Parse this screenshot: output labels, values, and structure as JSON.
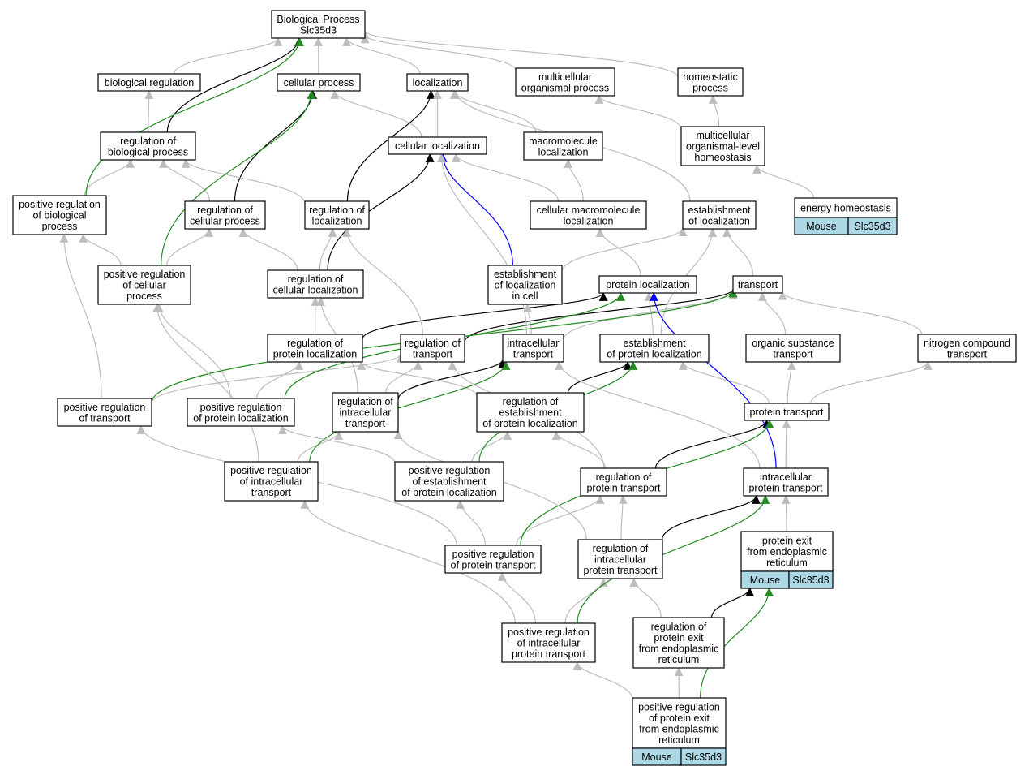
{
  "colors": {
    "is_a": "#bdbdbd",
    "regulates": "#000000",
    "positively_regulates": "#228b22",
    "part_of": "#0000ff",
    "gene_cell": "#add8e6"
  },
  "nodes": [
    {
      "id": "bp",
      "lines": [
        "Biological Process",
        "Slc35d3"
      ]
    },
    {
      "id": "bio_reg",
      "lines": [
        "biological regulation"
      ]
    },
    {
      "id": "cell_proc",
      "lines": [
        "cellular process"
      ]
    },
    {
      "id": "loc",
      "lines": [
        "localization"
      ]
    },
    {
      "id": "multi_proc",
      "lines": [
        "multicellular",
        "organismal process"
      ]
    },
    {
      "id": "homeo",
      "lines": [
        "homeostatic",
        "process"
      ]
    },
    {
      "id": "reg_bio",
      "lines": [
        "regulation of",
        "biological process"
      ]
    },
    {
      "id": "cell_loc",
      "lines": [
        "cellular localization"
      ]
    },
    {
      "id": "macro_loc",
      "lines": [
        "macromolecule",
        "localization"
      ]
    },
    {
      "id": "multi_homeo",
      "lines": [
        "multicellular",
        "organismal-level",
        "homeostasis"
      ]
    },
    {
      "id": "energy",
      "lines": [
        "energy homeostasis"
      ],
      "genes": [
        "Mouse",
        "Slc35d3"
      ]
    },
    {
      "id": "pos_bio",
      "lines": [
        "positive regulation",
        "of biological",
        "process"
      ]
    },
    {
      "id": "reg_cell",
      "lines": [
        "regulation of",
        "cellular process"
      ]
    },
    {
      "id": "reg_loc",
      "lines": [
        "regulation of",
        "localization"
      ]
    },
    {
      "id": "cell_macro",
      "lines": [
        "cellular macromolecule",
        "localization"
      ]
    },
    {
      "id": "est_loc",
      "lines": [
        "establishment",
        "of localization"
      ]
    },
    {
      "id": "pos_cell",
      "lines": [
        "positive regulation",
        "of cellular",
        "process"
      ]
    },
    {
      "id": "reg_cell_loc",
      "lines": [
        "regulation of",
        "cellular localization"
      ]
    },
    {
      "id": "est_loc_cell",
      "lines": [
        "establishment",
        "of localization",
        "in cell"
      ]
    },
    {
      "id": "prot_loc",
      "lines": [
        "protein localization"
      ]
    },
    {
      "id": "transport",
      "lines": [
        "transport"
      ]
    },
    {
      "id": "reg_prot_loc",
      "lines": [
        "regulation of",
        "protein localization"
      ]
    },
    {
      "id": "reg_transport",
      "lines": [
        "regulation of",
        "transport"
      ]
    },
    {
      "id": "intra_trans",
      "lines": [
        "intracellular",
        "transport"
      ]
    },
    {
      "id": "est_prot_loc",
      "lines": [
        "establishment",
        "of protein localization"
      ]
    },
    {
      "id": "org_sub",
      "lines": [
        "organic substance",
        "transport"
      ]
    },
    {
      "id": "nitro",
      "lines": [
        "nitrogen compound",
        "transport"
      ]
    },
    {
      "id": "pos_trans",
      "lines": [
        "positive regulation",
        "of transport"
      ]
    },
    {
      "id": "pos_prot_loc",
      "lines": [
        "positive regulation",
        "of protein localization"
      ]
    },
    {
      "id": "reg_intra_trans",
      "lines": [
        "regulation of",
        "intracellular",
        "transport"
      ]
    },
    {
      "id": "reg_est_prot",
      "lines": [
        "regulation of",
        "establishment",
        "of protein localization"
      ]
    },
    {
      "id": "prot_trans",
      "lines": [
        "protein transport"
      ]
    },
    {
      "id": "pos_intra_trans",
      "lines": [
        "positive regulation",
        "of intracellular",
        "transport"
      ]
    },
    {
      "id": "pos_est_prot",
      "lines": [
        "positive regulation",
        "of establishment",
        "of protein localization"
      ]
    },
    {
      "id": "reg_prot_trans",
      "lines": [
        "regulation of",
        "protein transport"
      ]
    },
    {
      "id": "intra_prot_trans",
      "lines": [
        "intracellular",
        "protein transport"
      ]
    },
    {
      "id": "pos_prot_trans",
      "lines": [
        "positive regulation",
        "of protein transport"
      ]
    },
    {
      "id": "reg_intra_prot",
      "lines": [
        "regulation of",
        "intracellular",
        "protein transport"
      ]
    },
    {
      "id": "exit_er",
      "lines": [
        "protein exit",
        "from endoplasmic",
        "reticulum"
      ],
      "genes": [
        "Mouse",
        "Slc35d3"
      ]
    },
    {
      "id": "pos_intra_prot",
      "lines": [
        "positive regulation",
        "of intracellular",
        "protein transport"
      ]
    },
    {
      "id": "reg_exit_er",
      "lines": [
        "regulation of",
        "protein exit",
        "from endoplasmic",
        "reticulum"
      ]
    },
    {
      "id": "pos_exit_er",
      "lines": [
        "positive regulation",
        "of protein exit",
        "from endoplasmic",
        "reticulum"
      ],
      "genes": [
        "Mouse",
        "Slc35d3"
      ]
    }
  ],
  "edges": [
    {
      "from": "bio_reg",
      "to": "bp",
      "type": "is_a"
    },
    {
      "from": "cell_proc",
      "to": "bp",
      "type": "is_a"
    },
    {
      "from": "loc",
      "to": "bp",
      "type": "is_a"
    },
    {
      "from": "multi_proc",
      "to": "bp",
      "type": "is_a"
    },
    {
      "from": "homeo",
      "to": "bp",
      "type": "is_a"
    },
    {
      "from": "reg_bio",
      "to": "bio_reg",
      "type": "is_a"
    },
    {
      "from": "reg_bio",
      "to": "bp",
      "type": "regulates"
    },
    {
      "from": "pos_bio",
      "to": "reg_bio",
      "type": "is_a"
    },
    {
      "from": "pos_bio",
      "to": "bp",
      "type": "positively_regulates"
    },
    {
      "from": "reg_cell",
      "to": "reg_bio",
      "type": "is_a"
    },
    {
      "from": "reg_cell",
      "to": "cell_proc",
      "type": "regulates"
    },
    {
      "from": "reg_loc",
      "to": "reg_bio",
      "type": "is_a"
    },
    {
      "from": "reg_loc",
      "to": "loc",
      "type": "regulates"
    },
    {
      "from": "pos_cell",
      "to": "pos_bio",
      "type": "is_a"
    },
    {
      "from": "pos_cell",
      "to": "reg_cell",
      "type": "is_a"
    },
    {
      "from": "pos_cell",
      "to": "cell_proc",
      "type": "positively_regulates"
    },
    {
      "from": "cell_loc",
      "to": "cell_proc",
      "type": "is_a"
    },
    {
      "from": "cell_loc",
      "to": "loc",
      "type": "is_a"
    },
    {
      "from": "macro_loc",
      "to": "loc",
      "type": "is_a"
    },
    {
      "from": "multi_homeo",
      "to": "multi_proc",
      "type": "is_a"
    },
    {
      "from": "multi_homeo",
      "to": "homeo",
      "type": "is_a"
    },
    {
      "from": "energy",
      "to": "multi_homeo",
      "type": "is_a"
    },
    {
      "from": "cell_macro",
      "to": "cell_loc",
      "type": "is_a"
    },
    {
      "from": "cell_macro",
      "to": "macro_loc",
      "type": "is_a"
    },
    {
      "from": "est_loc",
      "to": "loc",
      "type": "is_a"
    },
    {
      "from": "reg_cell_loc",
      "to": "reg_cell",
      "type": "is_a"
    },
    {
      "from": "reg_cell_loc",
      "to": "reg_loc",
      "type": "is_a"
    },
    {
      "from": "reg_cell_loc",
      "to": "cell_loc",
      "type": "regulates"
    },
    {
      "from": "est_loc_cell",
      "to": "cell_loc",
      "type": "part_of"
    },
    {
      "from": "est_loc_cell",
      "to": "est_loc",
      "type": "is_a"
    },
    {
      "from": "prot_loc",
      "to": "cell_macro",
      "type": "is_a"
    },
    {
      "from": "transport",
      "to": "est_loc",
      "type": "is_a"
    },
    {
      "from": "reg_prot_loc",
      "to": "reg_cell_loc",
      "type": "is_a"
    },
    {
      "from": "reg_prot_loc",
      "to": "prot_loc",
      "type": "regulates"
    },
    {
      "from": "reg_transport",
      "to": "reg_loc",
      "type": "is_a"
    },
    {
      "from": "reg_transport",
      "to": "transport",
      "type": "regulates"
    },
    {
      "from": "intra_trans",
      "to": "est_loc_cell",
      "type": "is_a"
    },
    {
      "from": "intra_trans",
      "to": "transport",
      "type": "is_a"
    },
    {
      "from": "intra_trans",
      "to": "cell_loc",
      "type": "is_a"
    },
    {
      "from": "est_prot_loc",
      "to": "prot_loc",
      "type": "is_a"
    },
    {
      "from": "est_prot_loc",
      "to": "est_loc",
      "type": "is_a"
    },
    {
      "from": "org_sub",
      "to": "transport",
      "type": "is_a"
    },
    {
      "from": "nitro",
      "to": "transport",
      "type": "is_a"
    },
    {
      "from": "pos_trans",
      "to": "pos_bio",
      "type": "is_a"
    },
    {
      "from": "pos_trans",
      "to": "reg_transport",
      "type": "is_a"
    },
    {
      "from": "pos_trans",
      "to": "transport",
      "type": "positively_regulates"
    },
    {
      "from": "pos_prot_loc",
      "to": "pos_cell",
      "type": "is_a"
    },
    {
      "from": "pos_prot_loc",
      "to": "reg_prot_loc",
      "type": "is_a"
    },
    {
      "from": "pos_prot_loc",
      "to": "prot_loc",
      "type": "positively_regulates"
    },
    {
      "from": "reg_intra_trans",
      "to": "reg_transport",
      "type": "is_a"
    },
    {
      "from": "reg_intra_trans",
      "to": "reg_cell_loc",
      "type": "is_a"
    },
    {
      "from": "reg_intra_trans",
      "to": "intra_trans",
      "type": "regulates"
    },
    {
      "from": "reg_est_prot",
      "to": "reg_prot_loc",
      "type": "is_a"
    },
    {
      "from": "reg_est_prot",
      "to": "est_prot_loc",
      "type": "regulates"
    },
    {
      "from": "prot_trans",
      "to": "est_prot_loc",
      "type": "is_a"
    },
    {
      "from": "prot_trans",
      "to": "org_sub",
      "type": "is_a"
    },
    {
      "from": "prot_trans",
      "to": "nitro",
      "type": "is_a"
    },
    {
      "from": "pos_intra_trans",
      "to": "pos_cell",
      "type": "is_a"
    },
    {
      "from": "pos_intra_trans",
      "to": "reg_intra_trans",
      "type": "is_a"
    },
    {
      "from": "pos_intra_trans",
      "to": "intra_trans",
      "type": "positively_regulates"
    },
    {
      "from": "pos_est_prot",
      "to": "pos_prot_loc",
      "type": "is_a"
    },
    {
      "from": "pos_est_prot",
      "to": "reg_est_prot",
      "type": "is_a"
    },
    {
      "from": "pos_est_prot",
      "to": "est_prot_loc",
      "type": "positively_regulates"
    },
    {
      "from": "reg_prot_trans",
      "to": "reg_est_prot",
      "type": "is_a"
    },
    {
      "from": "reg_prot_trans",
      "to": "reg_transport",
      "type": "is_a"
    },
    {
      "from": "reg_prot_trans",
      "to": "prot_trans",
      "type": "regulates"
    },
    {
      "from": "intra_prot_trans",
      "to": "prot_trans",
      "type": "is_a"
    },
    {
      "from": "intra_prot_trans",
      "to": "intra_trans",
      "type": "is_a"
    },
    {
      "from": "intra_prot_trans",
      "to": "prot_loc",
      "type": "part_of"
    },
    {
      "from": "pos_prot_trans",
      "to": "pos_est_prot",
      "type": "is_a"
    },
    {
      "from": "pos_prot_trans",
      "to": "reg_prot_trans",
      "type": "is_a"
    },
    {
      "from": "pos_prot_trans",
      "to": "pos_trans",
      "type": "is_a"
    },
    {
      "from": "pos_prot_trans",
      "to": "prot_trans",
      "type": "positively_regulates"
    },
    {
      "from": "reg_intra_prot",
      "to": "reg_prot_trans",
      "type": "is_a"
    },
    {
      "from": "reg_intra_prot",
      "to": "reg_intra_trans",
      "type": "is_a"
    },
    {
      "from": "reg_intra_prot",
      "to": "intra_prot_trans",
      "type": "regulates"
    },
    {
      "from": "exit_er",
      "to": "intra_prot_trans",
      "type": "is_a"
    },
    {
      "from": "pos_intra_prot",
      "to": "pos_prot_trans",
      "type": "is_a"
    },
    {
      "from": "pos_intra_prot",
      "to": "reg_intra_prot",
      "type": "is_a"
    },
    {
      "from": "pos_intra_prot",
      "to": "pos_intra_trans",
      "type": "is_a"
    },
    {
      "from": "pos_intra_prot",
      "to": "intra_prot_trans",
      "type": "positively_regulates"
    },
    {
      "from": "reg_exit_er",
      "to": "reg_intra_prot",
      "type": "is_a"
    },
    {
      "from": "reg_exit_er",
      "to": "exit_er",
      "type": "regulates"
    },
    {
      "from": "pos_exit_er",
      "to": "reg_exit_er",
      "type": "is_a"
    },
    {
      "from": "pos_exit_er",
      "to": "pos_intra_prot",
      "type": "is_a"
    },
    {
      "from": "pos_exit_er",
      "to": "exit_er",
      "type": "positively_regulates"
    }
  ]
}
